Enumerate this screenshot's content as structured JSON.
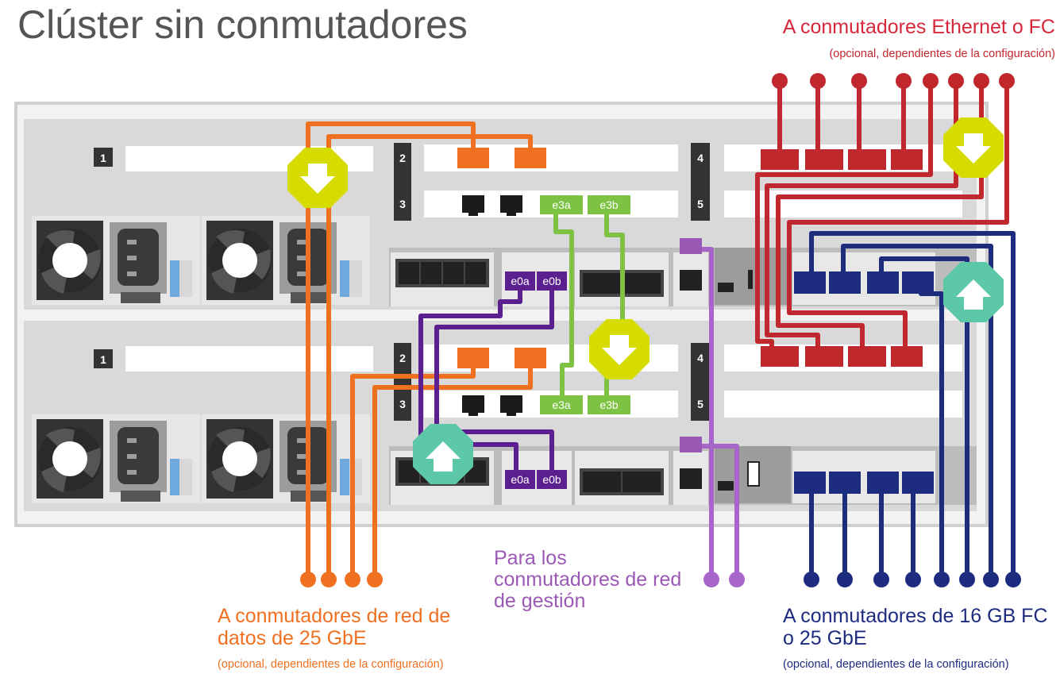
{
  "title": "Clúster sin conmutadores",
  "labels": {
    "ethernet_fc_title": "A conmutadores Ethernet o FC",
    "ethernet_fc_sub": "(opcional, dependientes de la configuración)",
    "data_title": "A conmutadores de red de datos de 25 GbE",
    "data_sub": "(opcional, dependientes de la configuración)",
    "mgmt_title": "Para los conmutadores de red de gestión",
    "fc_title": "A conmutadores de 16 GB FC o 25 GbE",
    "fc_sub": "(opcional, dependientes de la configuración)"
  },
  "controllers": {
    "top": {
      "slots": [
        "1",
        "2",
        "3",
        "4",
        "5"
      ],
      "ports": [
        "e3a",
        "e3b",
        "e0a",
        "e0b"
      ]
    },
    "bottom": {
      "slots": [
        "1",
        "2",
        "3",
        "4",
        "5"
      ],
      "ports": [
        "e3a",
        "e3b",
        "e0a",
        "e0b"
      ]
    }
  },
  "colors": {
    "ethernet_fc": "#c0282e",
    "data_25gbe": "#f07021",
    "cluster": "#7dc242",
    "ha": "#5b1f8f",
    "mgmt": "#a865c9",
    "fc_16gb": "#1e2c80",
    "warning_yellow": "#d6dc00",
    "warning_teal": "#5dc8a8"
  }
}
